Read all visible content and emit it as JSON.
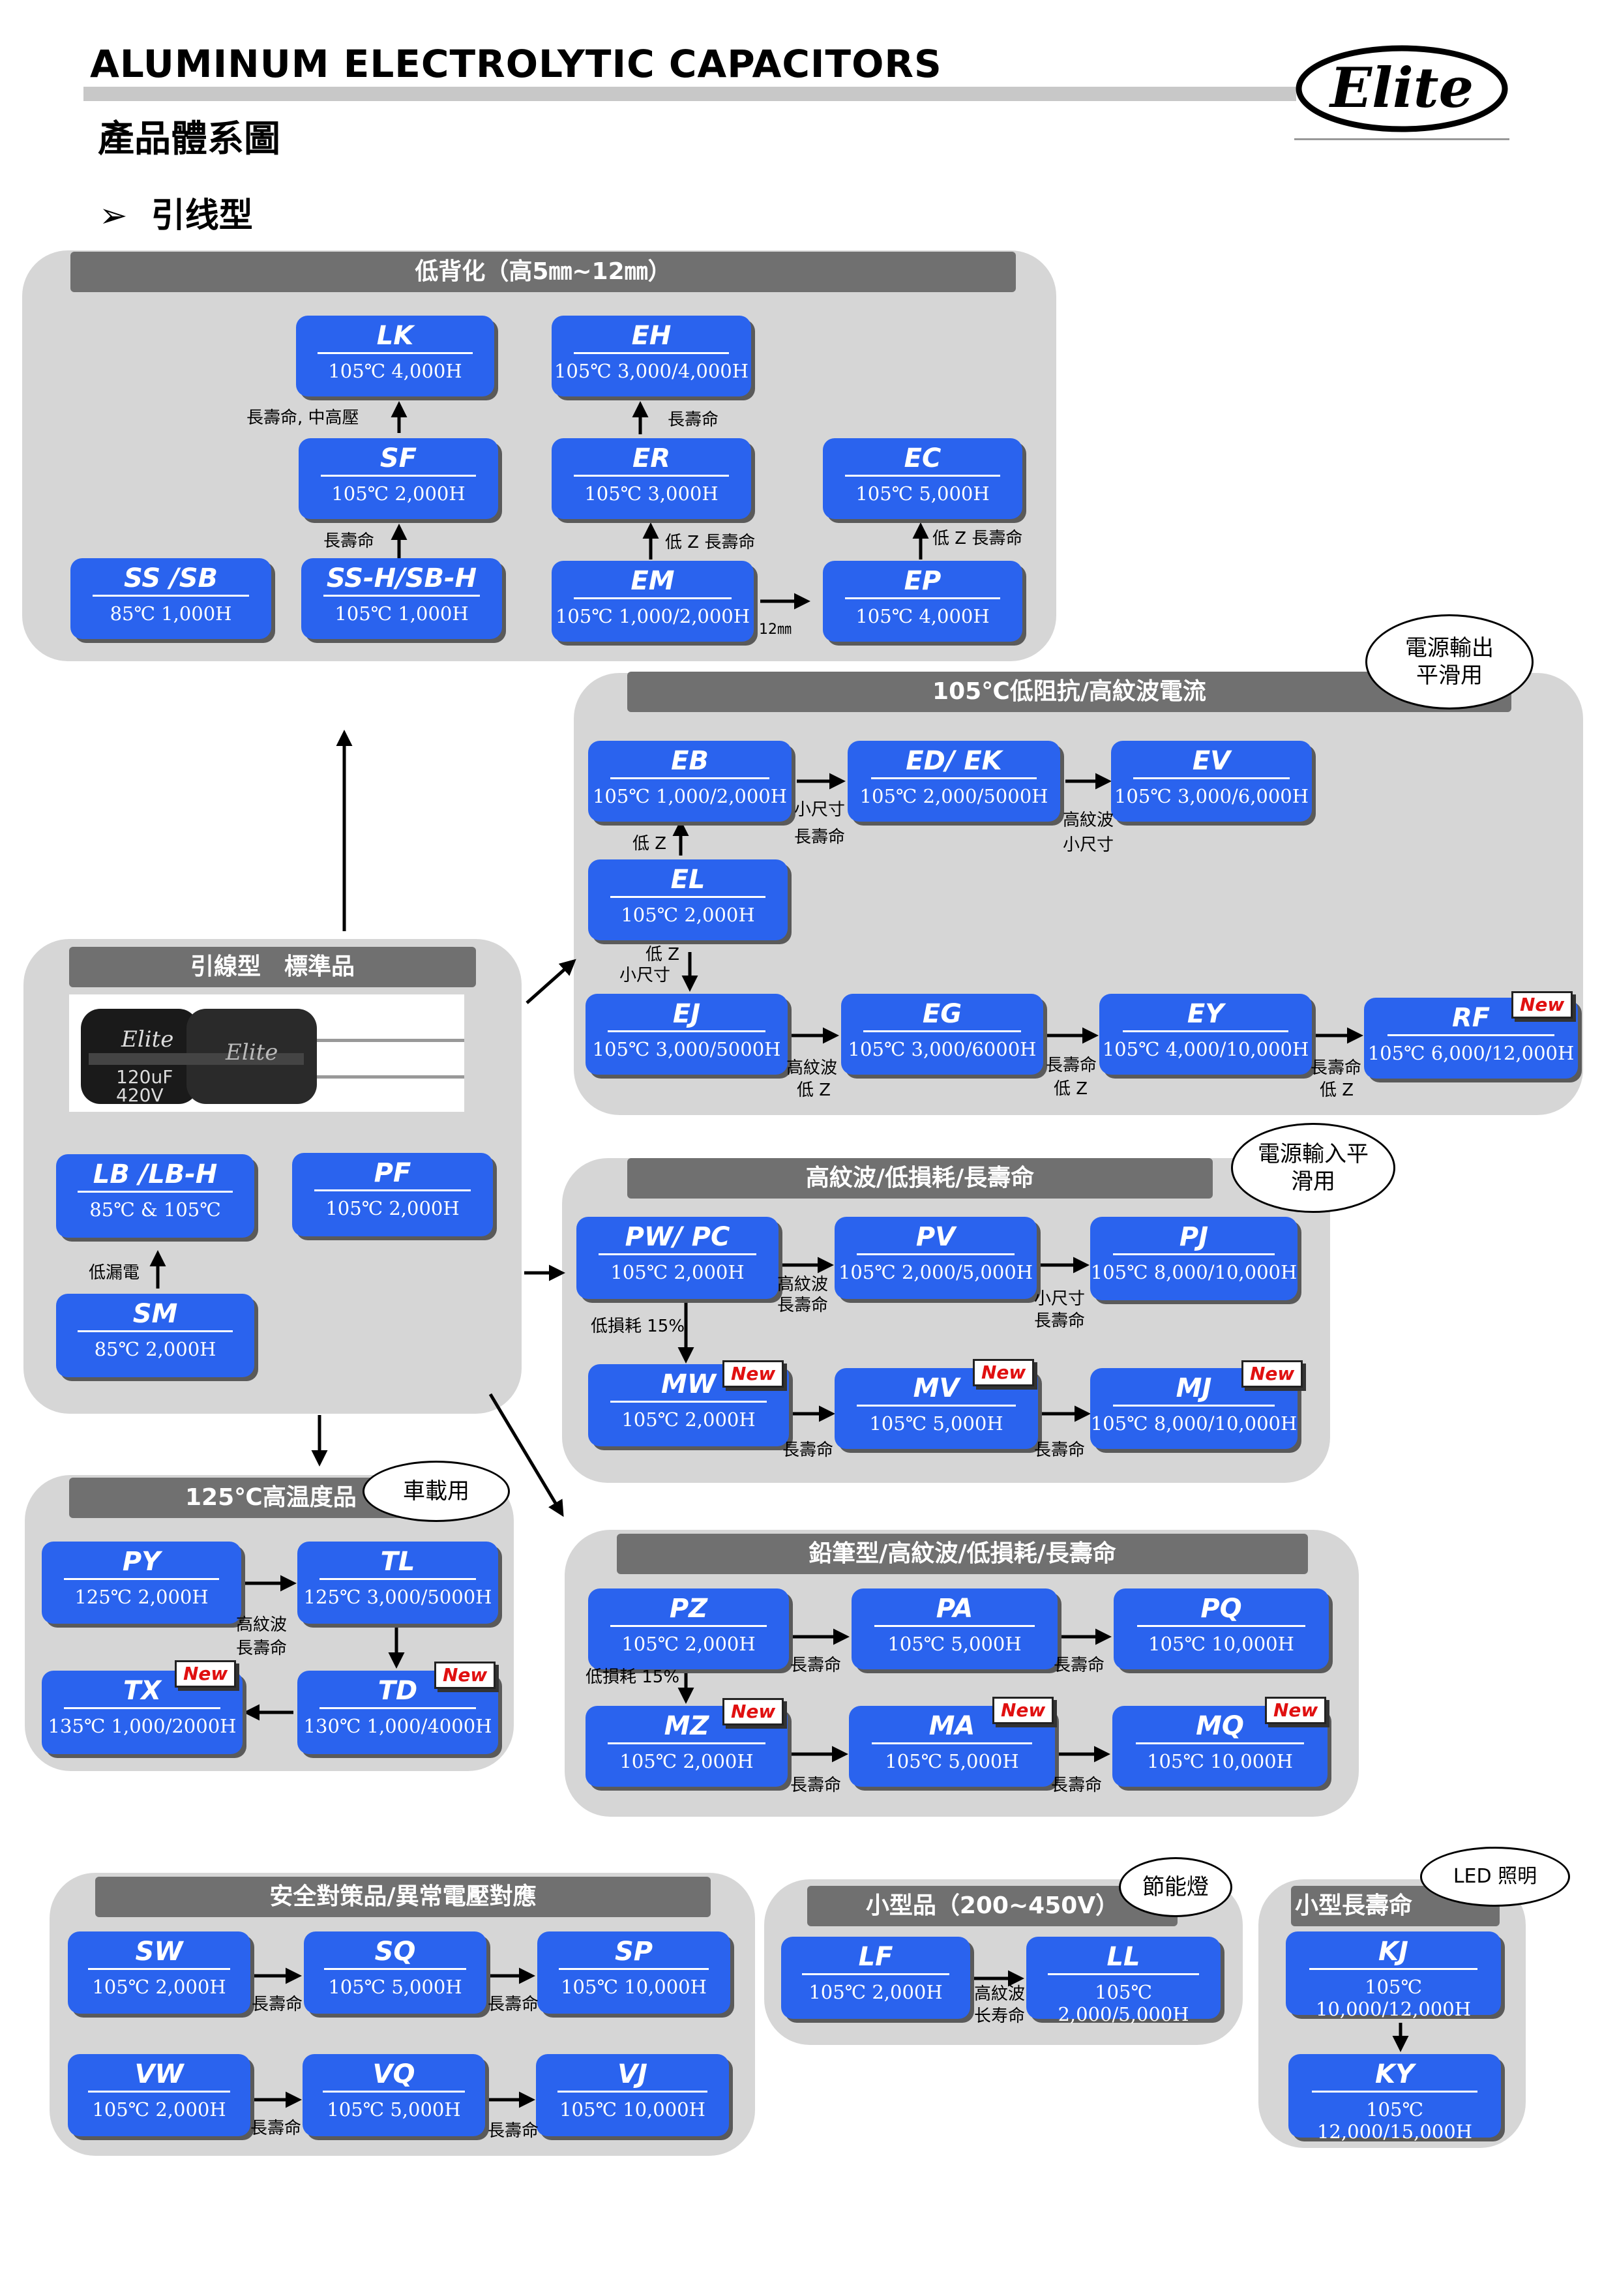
{
  "header": {
    "title": "ALUMINUM ELECTROLYTIC CAPACITORS",
    "logo_text": "Elite",
    "section": "產品體系圖",
    "subsection_bullet": "➢",
    "subsection": "引线型"
  },
  "colors": {
    "box_blue": "#2a63ee",
    "panel_gray": "#d6d6d6",
    "bar_gray": "#707070",
    "new_red": "#e01010"
  },
  "groups": {
    "low_profile": "低背化（高5㎜~12㎜）",
    "low_impedance": "105℃低阻抗/高紋波電流",
    "standard": "引線型　標準品",
    "high_ripple": "高紋波/低損耗/長壽命",
    "high_temp": "125℃高温度品",
    "pencil": "鉛筆型/高紋波/低損耗/長壽命",
    "safety": "安全對策品/異常電壓對應",
    "small": "小型品（200~450V）",
    "small_long": "小型長壽命"
  },
  "bubbles": {
    "power_output_1": "電源輸出",
    "power_output_2": "平滑用",
    "power_input_1": "電源輸入平",
    "power_input_2": "滑用",
    "automotive": "車載用",
    "energy_saving": "節能燈",
    "led": "LED 照明"
  },
  "new_badge": "New",
  "series": {
    "LK": {
      "name": "LK",
      "spec": "105℃  4,000H"
    },
    "EH": {
      "name": "EH",
      "spec": "105℃  3,000/4,000H"
    },
    "SF": {
      "name": "SF",
      "spec": "105℃  2,000H"
    },
    "ER": {
      "name": "ER",
      "spec": "105℃  3,000H"
    },
    "EC": {
      "name": "EC",
      "spec": "105℃  5,000H"
    },
    "SSSB": {
      "name": "SS /SB",
      "spec": "85℃  1,000H"
    },
    "SSH": {
      "name": "SS-H/SB-H",
      "spec": "105℃  1,000H"
    },
    "EM": {
      "name": "EM",
      "spec": "105℃  1,000/2,000H"
    },
    "EP": {
      "name": "EP",
      "spec": "105℃  4,000H"
    },
    "EB": {
      "name": "EB",
      "spec": "105℃  1,000/2,000H"
    },
    "EDEK": {
      "name": "ED/ EK",
      "spec": "105℃  2,000/5000H"
    },
    "EV": {
      "name": "EV",
      "spec": "105℃  3,000/6,000H"
    },
    "EL": {
      "name": "EL",
      "spec": "105℃  2,000H"
    },
    "EJ": {
      "name": "EJ",
      "spec": "105℃  3,000/5000H"
    },
    "EG": {
      "name": "EG",
      "spec": "105℃  3,000/6000H"
    },
    "EY": {
      "name": "EY",
      "spec": "105℃  4,000/10,000H"
    },
    "RF": {
      "name": "RF",
      "spec": "105℃  6,000/12,000H"
    },
    "LB": {
      "name": "LB /LB-H",
      "spec": "85℃  & 105℃"
    },
    "PF": {
      "name": "PF",
      "spec": "105℃  2,000H"
    },
    "SM": {
      "name": "SM",
      "spec": "85℃  2,000H"
    },
    "PWPC": {
      "name": "PW/ PC",
      "spec": "105℃  2,000H"
    },
    "PV": {
      "name": "PV",
      "spec": "105℃  2,000/5,000H"
    },
    "PJ": {
      "name": "PJ",
      "spec": "105℃  8,000/10,000H"
    },
    "MW": {
      "name": "MW",
      "spec": "105℃  2,000H"
    },
    "MV": {
      "name": "MV",
      "spec": "105℃  5,000H"
    },
    "MJ": {
      "name": "MJ",
      "spec": "105℃  8,000/10,000H"
    },
    "PY": {
      "name": "PY",
      "spec": "125℃  2,000H"
    },
    "TL": {
      "name": "TL",
      "spec": "125℃  3,000/5000H"
    },
    "TX": {
      "name": "TX",
      "spec": "135℃  1,000/2000H"
    },
    "TD": {
      "name": "TD",
      "spec": "130℃  1,000/4000H"
    },
    "PZ": {
      "name": "PZ",
      "spec": "105℃  2,000H"
    },
    "PA": {
      "name": "PA",
      "spec": "105℃  5,000H"
    },
    "PQ": {
      "name": "PQ",
      "spec": "105℃  10,000H"
    },
    "MZ": {
      "name": "MZ",
      "spec": "105℃  2,000H"
    },
    "MA": {
      "name": "MA",
      "spec": "105℃  5,000H"
    },
    "MQ": {
      "name": "MQ",
      "spec": "105℃  10,000H"
    },
    "SW": {
      "name": "SW",
      "spec": "105℃  2,000H"
    },
    "SQ": {
      "name": "SQ",
      "spec": "105℃  5,000H"
    },
    "SP": {
      "name": "SP",
      "spec": "105℃  10,000H"
    },
    "VW": {
      "name": "VW",
      "spec": "105℃  2,000H"
    },
    "VQ": {
      "name": "VQ",
      "spec": "105℃  5,000H"
    },
    "VJ": {
      "name": "VJ",
      "spec": "105℃  10,000H"
    },
    "LF": {
      "name": "LF",
      "spec": "105℃  2,000H"
    },
    "LL": {
      "name": "LL",
      "spec": "105℃  2,000/5,000H"
    },
    "KJ": {
      "name": "KJ",
      "spec": "105℃  10,000/12,000H"
    },
    "KY": {
      "name": "KY",
      "spec": "105℃  12,000/15,000H"
    }
  },
  "labels": {
    "lk_sf": "長壽命, 中高壓",
    "eh_er": "長壽命",
    "sf_ssh": "長壽命",
    "er_em": "低 Z 長壽命",
    "ec_ep": "低 Z 長壽命",
    "em_ep": "12㎜",
    "eb_ed_1": "小尺寸",
    "eb_ed_2": "長壽命",
    "ed_ev_1": "高紋波",
    "ed_ev_2": "小尺寸",
    "el_eb": "低 Z",
    "el_ej_1": "低 Z",
    "el_ej_2": "小尺寸",
    "ej_eg_1": "高紋波",
    "ej_eg_2": "低 Z",
    "eg_ey_1": "長壽命",
    "eg_ey_2": "低 Z",
    "ey_rf_1": "長壽命",
    "ey_rf_2": "低 Z",
    "sm_lb": "低漏電",
    "pw_pv_1": "高紋波",
    "pw_pv_2": "長壽命",
    "pv_pj_1": "小尺寸",
    "pv_pj_2": "長壽命",
    "pw_mw": "低損耗 15%",
    "mw_mv": "長壽命",
    "mv_mj": "長壽命",
    "py_tl_1": "高紋波",
    "py_tl_2": "長壽命",
    "pz_pa": "長壽命",
    "pa_pq": "長壽命",
    "pz_mz": "低損耗 15%",
    "mz_ma": "長壽命",
    "ma_mq": "長壽命",
    "sw_sq": "長壽命",
    "sq_sp": "長壽命",
    "vw_vq": "長壽命",
    "vq_vj": "長壽命",
    "lf_ll_1": "高紋波",
    "lf_ll_2": "长寿命"
  },
  "photo_caption": {
    "brand": "Elite",
    "cap": "120uF",
    "volt": "420V"
  }
}
